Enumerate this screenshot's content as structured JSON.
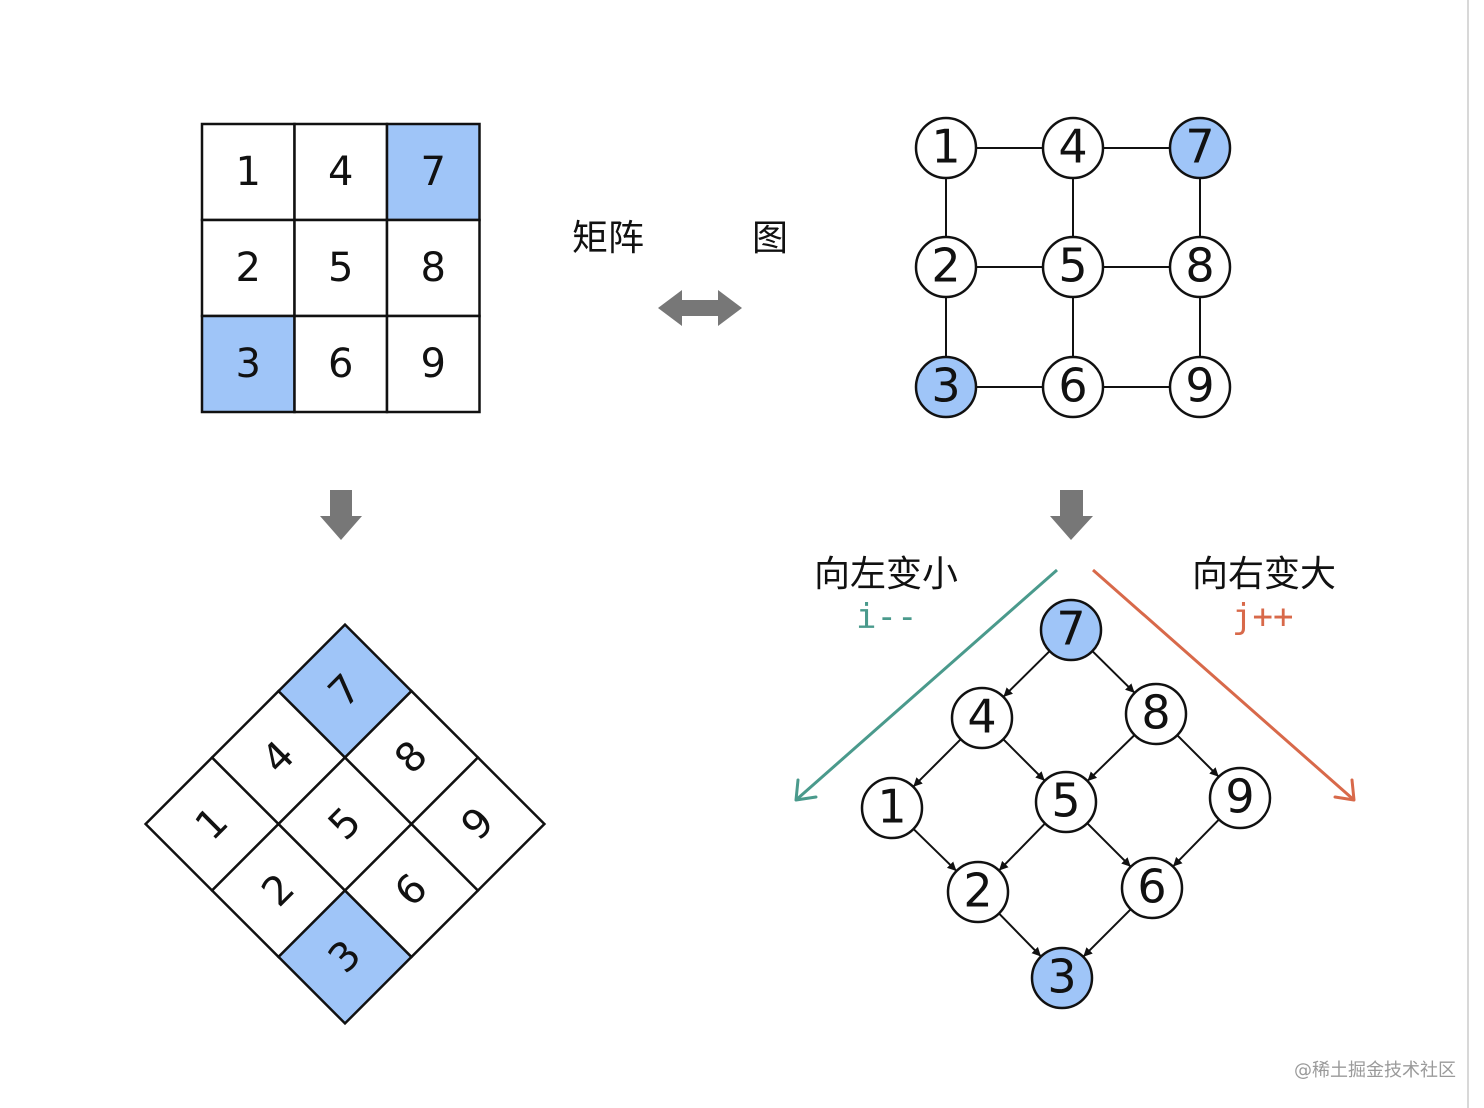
{
  "labels": {
    "matrix": "矩阵",
    "graph": "图",
    "left_dir": "向左变小",
    "left_code": "i--",
    "right_dir": "向右变大",
    "right_code": "j++",
    "watermark": "@稀土掘金技术社区"
  },
  "colors": {
    "highlight": "#9fc5f8",
    "node_fill": "#ffffff",
    "stroke": "#111111",
    "arrow_gray": "#777777",
    "green": "#4a9a8c",
    "orange": "#d8694a"
  },
  "matrix": {
    "rows": [
      [
        "1",
        "4",
        "7"
      ],
      [
        "2",
        "5",
        "8"
      ],
      [
        "3",
        "6",
        "9"
      ]
    ],
    "highlighted": [
      "7",
      "3"
    ]
  },
  "grid_graph": {
    "nodes": [
      "1",
      "4",
      "7",
      "2",
      "5",
      "8",
      "3",
      "6",
      "9"
    ],
    "highlighted": [
      "7",
      "3"
    ]
  },
  "tree_graph": {
    "nodes": [
      "7",
      "4",
      "8",
      "1",
      "5",
      "9",
      "2",
      "6",
      "3"
    ],
    "edges": [
      [
        "7",
        "4"
      ],
      [
        "7",
        "8"
      ],
      [
        "4",
        "1"
      ],
      [
        "4",
        "5"
      ],
      [
        "8",
        "5"
      ],
      [
        "8",
        "9"
      ],
      [
        "1",
        "2"
      ],
      [
        "5",
        "2"
      ],
      [
        "5",
        "6"
      ],
      [
        "9",
        "6"
      ],
      [
        "2",
        "3"
      ],
      [
        "6",
        "3"
      ]
    ],
    "highlighted": [
      "7",
      "3"
    ]
  }
}
